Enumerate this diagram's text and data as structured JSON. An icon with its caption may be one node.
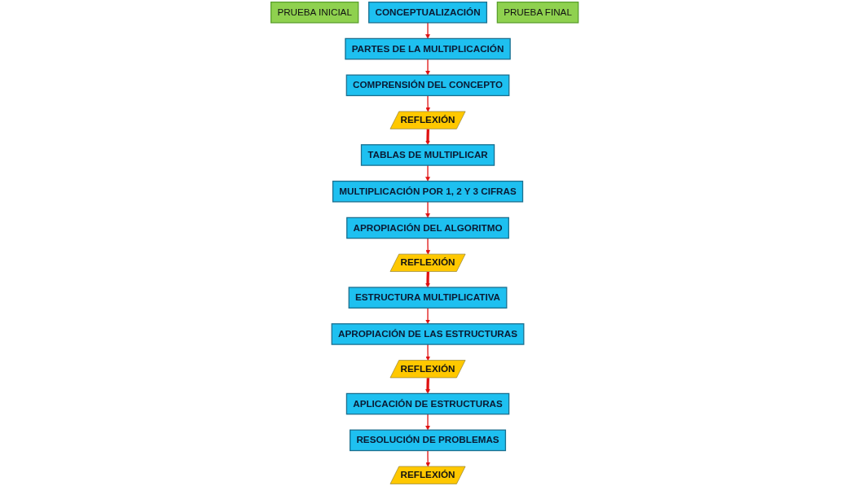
{
  "diagram": {
    "nodes": [
      {
        "text": [
          "PRUEBA INICIAL"
        ]
      },
      {
        "text": [
          "CONCEPTUALIZACIÓN"
        ]
      },
      {
        "text": [
          "PARTES DE LA MULTIPLICACIÓN"
        ]
      },
      {
        "text": [
          "COMPRENSIÓN DEL CONCEPTO"
        ]
      },
      {
        "text": [
          "REFLEXIÓN"
        ]
      },
      {
        "text": [
          "TABLAS DE MULTIPLICAR"
        ]
      },
      {
        "text": [
          "MULTIPLICACIÓN POR 1, 2 Y 3 CIFRAS"
        ]
      },
      {
        "text": [
          "APROPIACIÓN DEL ALGORITMO"
        ]
      },
      {
        "text": [
          "REFLEXIÓN"
        ]
      },
      {
        "text": [
          "ESTRUCTURA MULTIPLICATIVA"
        ]
      },
      {
        "text": [
          "APROPIACIÓN DE LAS ESTRUCTURAS"
        ]
      },
      {
        "text": [
          "REFLEXIÓN"
        ]
      },
      {
        "text": [
          "APLICACIÓN DE ESTRUCTURAS"
        ]
      },
      {
        "text": [
          "RESOLUCIÓN DE PROBLEMAS"
        ]
      },
      {
        "text": [
          "REFLEXIÓN"
        ]
      },
      {
        "text": [
          "PRUEBA FINAL"
        ]
      }
    ],
    "edges": [
      {
        "from": 1,
        "to": 2,
        "arrow": "to"
      },
      {
        "from": 2,
        "to": 3,
        "arrow": "to"
      },
      {
        "from": 3,
        "to": 4,
        "arrow": "to"
      },
      {
        "from": 4,
        "to": 5,
        "arrow": "to",
        "style": "thick"
      },
      {
        "from": 5,
        "to": 6,
        "arrow": "to"
      },
      {
        "from": 6,
        "to": 7,
        "arrow": "to"
      },
      {
        "from": 7,
        "to": 8,
        "arrow": "to"
      },
      {
        "from": 8,
        "to": 9,
        "arrow": "to",
        "style": "thick"
      },
      {
        "from": 9,
        "to": 10,
        "arrow": "to"
      },
      {
        "from": 10,
        "to": 11,
        "arrow": "to"
      },
      {
        "from": 11,
        "to": 12,
        "arrow": "to",
        "style": "thick"
      },
      {
        "from": 12,
        "to": 13,
        "arrow": "to"
      },
      {
        "from": 13,
        "to": 14,
        "arrow": "to"
      }
    ]
  }
}
